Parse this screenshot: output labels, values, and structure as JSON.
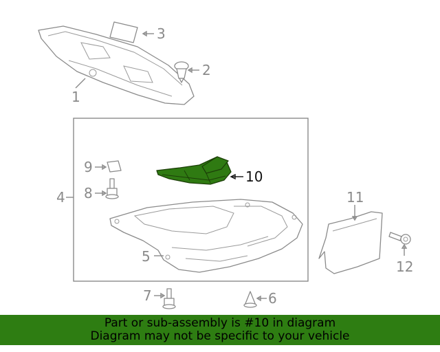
{
  "callouts": {
    "c1": "1",
    "c2": "2",
    "c3": "3",
    "c4": "4",
    "c5": "5",
    "c6": "6",
    "c7": "7",
    "c8": "8",
    "c9": "9",
    "c10": "10",
    "c11": "11",
    "c12": "12"
  },
  "highlighted_part": "10",
  "colors": {
    "highlight": "#2f7a12",
    "banner": "#2e7d12",
    "lines": "#8a8a8a"
  },
  "banner": {
    "line1": "Part or sub-assembly is #10 in diagram",
    "line2": "Diagram may not be specific to your vehicle"
  }
}
